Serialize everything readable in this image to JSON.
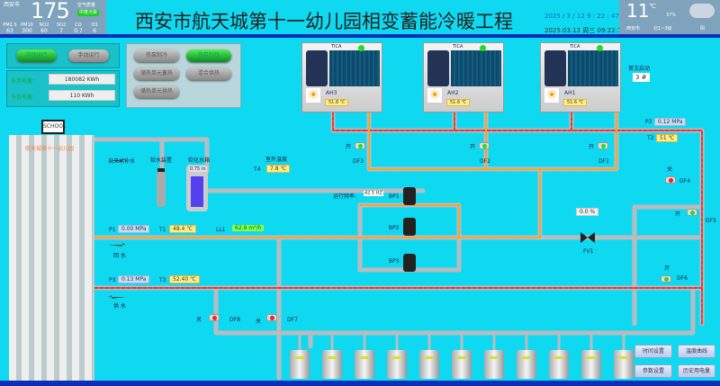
{
  "title": "西安市航天城第十一幼儿园相变蓄能冷暖工程",
  "air_quality": {
    "city": "西安市",
    "aqi": "175",
    "label": "空气质量",
    "level": "中度污染",
    "items": [
      {
        "k": "PM2.5",
        "v": "63"
      },
      {
        "k": "PM10",
        "v": "300"
      },
      {
        "k": "NO2",
        "v": "60"
      },
      {
        "k": "SO2",
        "v": "7"
      },
      {
        "k": "CO",
        "v": "0.7"
      },
      {
        "k": "O3",
        "v": "6"
      }
    ]
  },
  "clock": {
    "line1": "2025 / 3 / 12  9 : 22 : 47",
    "line2": "2025.03.12 周三 09:22:13"
  },
  "weather": {
    "temp": "11",
    "unit": "℃",
    "humidity": "37%",
    "city": "西安市",
    "wind": "北1~3级",
    "cond": "阴"
  },
  "mode_buttons": {
    "auto": "自动运行",
    "manual": "手动运行"
  },
  "energy": {
    "total_label": "总用电量：",
    "total": "180082 KWh",
    "today_label": "今日电量：",
    "today": "110 KWh"
  },
  "ops": {
    "cool": "热泵制冷",
    "heat": "热泵制热",
    "store": "储热单元蓄热",
    "mix": "混合供热",
    "supply": "储热单元供热"
  },
  "units": [
    {
      "name": "AH3",
      "temp": "51.8 ℃"
    },
    {
      "name": "AH2",
      "temp": "51.6 ℃"
    },
    {
      "name": "AH1",
      "temp": "51.6 ℃"
    }
  ],
  "brand": "TICA",
  "first_start": {
    "label": "首次启动",
    "value": "3 #"
  },
  "school": {
    "sign": "SCHOOL",
    "name": "航天城第十一幼儿园"
  },
  "water": {
    "makeup": "自来水补水",
    "softener": "软水装置",
    "tank": "软化水箱",
    "tank_level": "0.75 m"
  },
  "outdoor": {
    "label": "室外温度",
    "tag": "T4",
    "value": "7.8 ℃"
  },
  "sensors": {
    "p1": "P1",
    "p1v": "0.00 MPa",
    "t1": "T1",
    "t1v": "48.4 ℃",
    "ll1": "LL1",
    "ll1v": "62.9 m³/h",
    "p3": "P3",
    "p3v": "0.13 MPa",
    "t3": "T3",
    "t3v": "52.40 ℃",
    "p2": "P2",
    "p2v": "0.12 MPa",
    "t2": "T2",
    "t2v": "51 ℃"
  },
  "flow": {
    "return": "回  水",
    "supply": "供  水"
  },
  "freq": {
    "label": "运行频率:",
    "value": "42.5 HZ"
  },
  "pumps": [
    "BP1",
    "BP2",
    "BP3"
  ],
  "fv1": {
    "name": "FV1",
    "value": "0.0 %"
  },
  "valves": [
    {
      "name": "DF1",
      "state": "开"
    },
    {
      "name": "DF2",
      "state": "开"
    },
    {
      "name": "DF3",
      "state": "开"
    },
    {
      "name": "DF4",
      "state": "关"
    },
    {
      "name": "DF5",
      "state": "开"
    },
    {
      "name": "DF6",
      "state": "开"
    },
    {
      "name": "DF7",
      "state": "关"
    },
    {
      "name": "DF8",
      "state": "关"
    }
  ],
  "nav": {
    "time": "时间设置",
    "curve": "温度曲线",
    "param": "参数设置",
    "history": "历史用电量"
  },
  "colors": {
    "bg": "#0fd9f0",
    "bar": "#0b2fb8",
    "hot": "#e53935",
    "warm": "#f5a623",
    "on": "#22cc44"
  }
}
